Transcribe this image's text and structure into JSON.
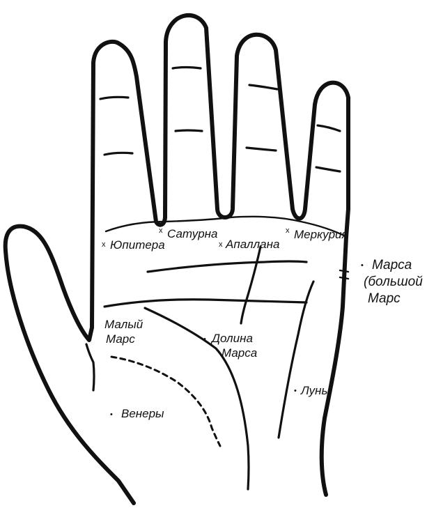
{
  "labels": {
    "jupiter": "Юпитера",
    "saturn": "Сатурна",
    "apollo": "Апаллана",
    "mercury": "Меркурия",
    "mars_1": "Марса",
    "mars_2": "(большой",
    "mars_3": "Марс",
    "minor_mars_1": "Малый",
    "minor_mars_2": "Марс",
    "valley_1": "Долина",
    "valley_2": "Марса",
    "moon": "Луны",
    "venus": "Венеры"
  },
  "marks": {
    "x": "x",
    "dot": "•"
  }
}
